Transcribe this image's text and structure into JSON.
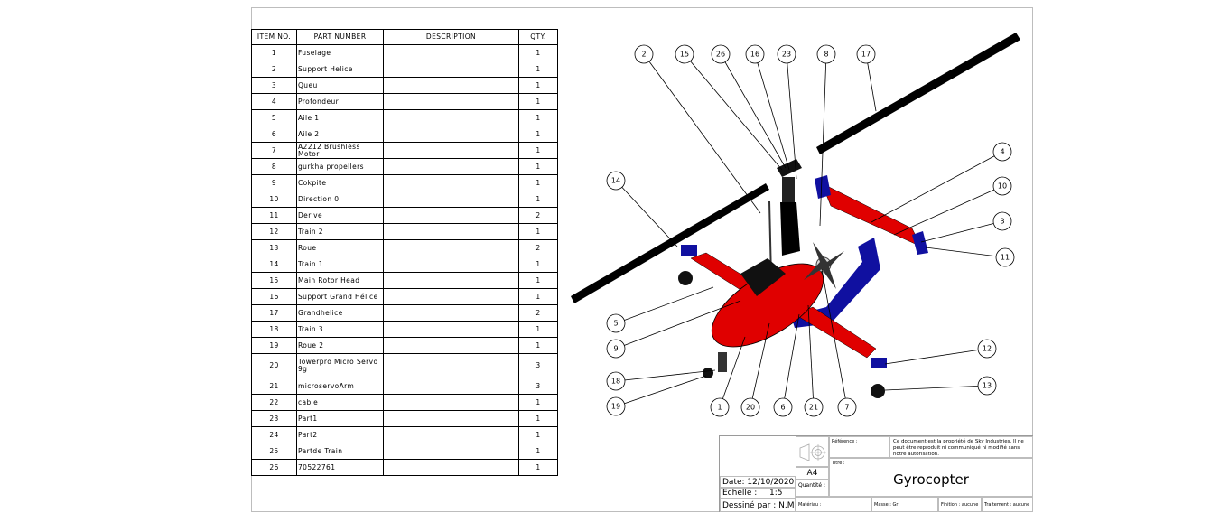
{
  "bom": {
    "headers": [
      "ITEM NO.",
      "PART NUMBER",
      "DESCRIPTION",
      "QTY."
    ],
    "rows": [
      {
        "item": "1",
        "part": "Fuselage",
        "description": "",
        "qty": "1"
      },
      {
        "item": "2",
        "part": "Support Helice",
        "description": "",
        "qty": "1"
      },
      {
        "item": "3",
        "part": "Queu",
        "description": "",
        "qty": "1"
      },
      {
        "item": "4",
        "part": "Profondeur",
        "description": "",
        "qty": "1"
      },
      {
        "item": "5",
        "part": "Aile 1",
        "description": "",
        "qty": "1"
      },
      {
        "item": "6",
        "part": "Aile 2",
        "description": "",
        "qty": "1"
      },
      {
        "item": "7",
        "part": "A2212 Brushless Motor",
        "description": "",
        "qty": "1"
      },
      {
        "item": "8",
        "part": "gurkha propellers",
        "description": "",
        "qty": "1"
      },
      {
        "item": "9",
        "part": "Cokpite",
        "description": "",
        "qty": "1"
      },
      {
        "item": "10",
        "part": "Direction 0",
        "description": "",
        "qty": "1"
      },
      {
        "item": "11",
        "part": "Derive",
        "description": "",
        "qty": "2"
      },
      {
        "item": "12",
        "part": "Train 2",
        "description": "",
        "qty": "1"
      },
      {
        "item": "13",
        "part": "Roue",
        "description": "",
        "qty": "2"
      },
      {
        "item": "14",
        "part": "Train 1",
        "description": "",
        "qty": "1"
      },
      {
        "item": "15",
        "part": "Main Rotor Head",
        "description": "",
        "qty": "1"
      },
      {
        "item": "16",
        "part": "Support Grand Hélice",
        "description": "",
        "qty": "1"
      },
      {
        "item": "17",
        "part": "Grandhelice",
        "description": "",
        "qty": "2"
      },
      {
        "item": "18",
        "part": "Train 3",
        "description": "",
        "qty": "1"
      },
      {
        "item": "19",
        "part": "Roue 2",
        "description": "",
        "qty": "1"
      },
      {
        "item": "20",
        "part": "Towerpro Micro Servo 9g",
        "description": "",
        "qty": "3"
      },
      {
        "item": "21",
        "part": "microservoArm",
        "description": "",
        "qty": "3"
      },
      {
        "item": "22",
        "part": "cable",
        "description": "",
        "qty": "1"
      },
      {
        "item": "23",
        "part": "Part1",
        "description": "",
        "qty": "1"
      },
      {
        "item": "24",
        "part": "Part2",
        "description": "",
        "qty": "1"
      },
      {
        "item": "25",
        "part": "Partde Train",
        "description": "",
        "qty": "1"
      },
      {
        "item": "26",
        "part": "70522761",
        "description": "",
        "qty": "1"
      }
    ]
  },
  "drawing": {
    "balloons": [
      "2",
      "15",
      "26",
      "16",
      "23",
      "8",
      "17",
      "14",
      "4",
      "10",
      "3",
      "11",
      "5",
      "9",
      "12",
      "18",
      "13",
      "19",
      "1",
      "20",
      "6",
      "21",
      "7"
    ],
    "colors": {
      "body": "#e00000",
      "accent": "#1010a0",
      "rotor": "#000000"
    }
  },
  "title_block": {
    "reference_label": "Référence :",
    "notice": "Ce document est la propriété de Sky Industries. Il ne peut être reproduit ni communiqué ni modifié sans notre autorisation.",
    "format": "A4",
    "quantity_label": "Quantité :",
    "title_label": "Titre :",
    "title": "Gyrocopter",
    "date": "Date: 12/10/2020",
    "scale_label": "Echelle :",
    "scale_value": "1:5",
    "drawn_by": "Dessiné par : N.M",
    "material": "Matériau :",
    "mass": "Masse : Gr",
    "finish": "Finition : aucune",
    "treatment": "Traitement : aucune"
  }
}
